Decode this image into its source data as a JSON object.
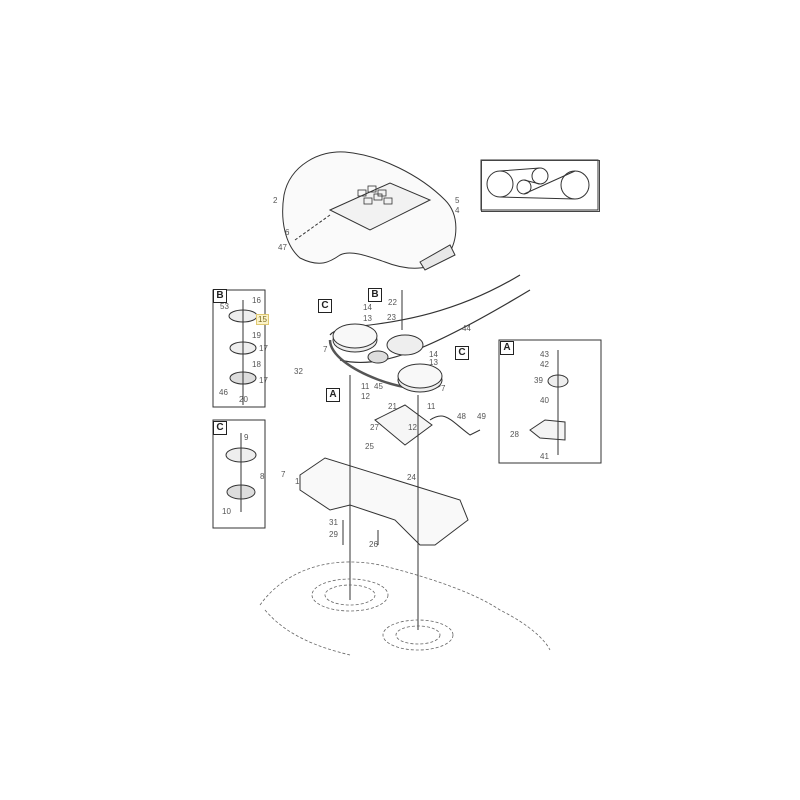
{
  "diagram": {
    "type": "exploded-parts-diagram",
    "subject": "belt drive cover, pulleys and mounting plate",
    "insets": {
      "belt_routing": {
        "label": "belt-routing-schematic"
      },
      "B": {
        "tag": "B",
        "callouts": [
          "16",
          "53",
          "15",
          "19",
          "17",
          "18",
          "17",
          "46",
          "20"
        ],
        "highlighted": "15"
      },
      "C": {
        "tag": "C",
        "callouts": [
          "9",
          "8",
          "7",
          "10"
        ]
      },
      "A": {
        "tag": "A",
        "callouts": [
          "43",
          "42",
          "39",
          "40",
          "28",
          "41"
        ]
      }
    },
    "main_tags": [
      "C",
      "B",
      "C",
      "A"
    ],
    "callouts": {
      "cover": [
        "2",
        "5",
        "4",
        "6",
        "47"
      ],
      "pulleys": [
        "14",
        "13",
        "22",
        "23",
        "44",
        "7",
        "14",
        "13",
        "7",
        "32",
        "11",
        "12",
        "45",
        "21",
        "11",
        "12"
      ],
      "plate": [
        "27",
        "25",
        "24",
        "48",
        "49",
        "1",
        "31",
        "29",
        "26"
      ]
    }
  }
}
